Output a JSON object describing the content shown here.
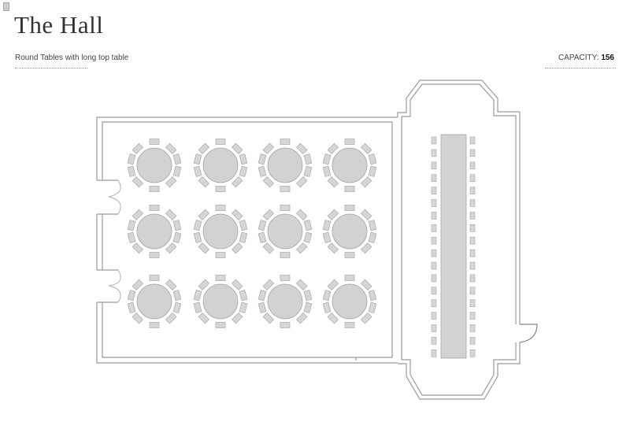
{
  "header": {
    "title": "The Hall",
    "subtitle": "Round Tables with long top table",
    "capacity_label": "CAPACITY:",
    "capacity_value": "156"
  },
  "floorplan": {
    "round_tables": {
      "rows": 3,
      "columns": 4,
      "seats_per_table": 10
    },
    "top_table": {
      "seats_per_side": 18
    },
    "colors": {
      "wall": "#9a9a9a",
      "table": "#d2d2d2",
      "chair": "#d6d6d6",
      "outline": "#a8a8a8"
    }
  }
}
